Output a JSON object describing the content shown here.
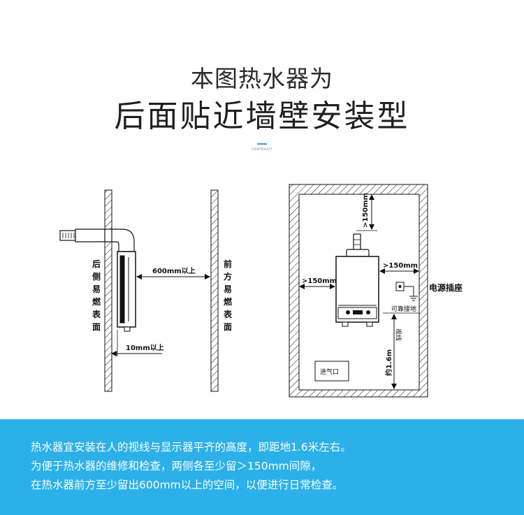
{
  "title": {
    "line1": "本图热水器为",
    "line2": "后面贴近墙壁安装型"
  },
  "brand": "VANWARD",
  "left_diagram": {
    "back_wall_label": [
      "后",
      "侧",
      "易",
      "燃",
      "表",
      "面"
    ],
    "front_wall_label": [
      "前",
      "方",
      "易",
      "燃",
      "表",
      "面"
    ],
    "front_clearance": "600mm以上",
    "back_clearance": "10mm以上"
  },
  "right_diagram": {
    "top_clearance": ">150mm",
    "left_clearance": ">150mm",
    "right_clearance": ">150mm",
    "power_socket": "电源插座",
    "ground": "可靠接地",
    "sightline": "视线",
    "height": "约1.6m",
    "gas_inlet": "进气口"
  },
  "footer": {
    "line1": "热水器宜安装在人的视线与显示器平齐的高度，即距地1.6米左右。",
    "line2": "为便于热水器的维修和检查，两侧各至少留＞150mm间隙，",
    "line3": "在热水器前方至少留出600mm以上的空间，以便进行日常检查。"
  },
  "colors": {
    "accent": "#2cb0ea",
    "line": "#111111"
  }
}
